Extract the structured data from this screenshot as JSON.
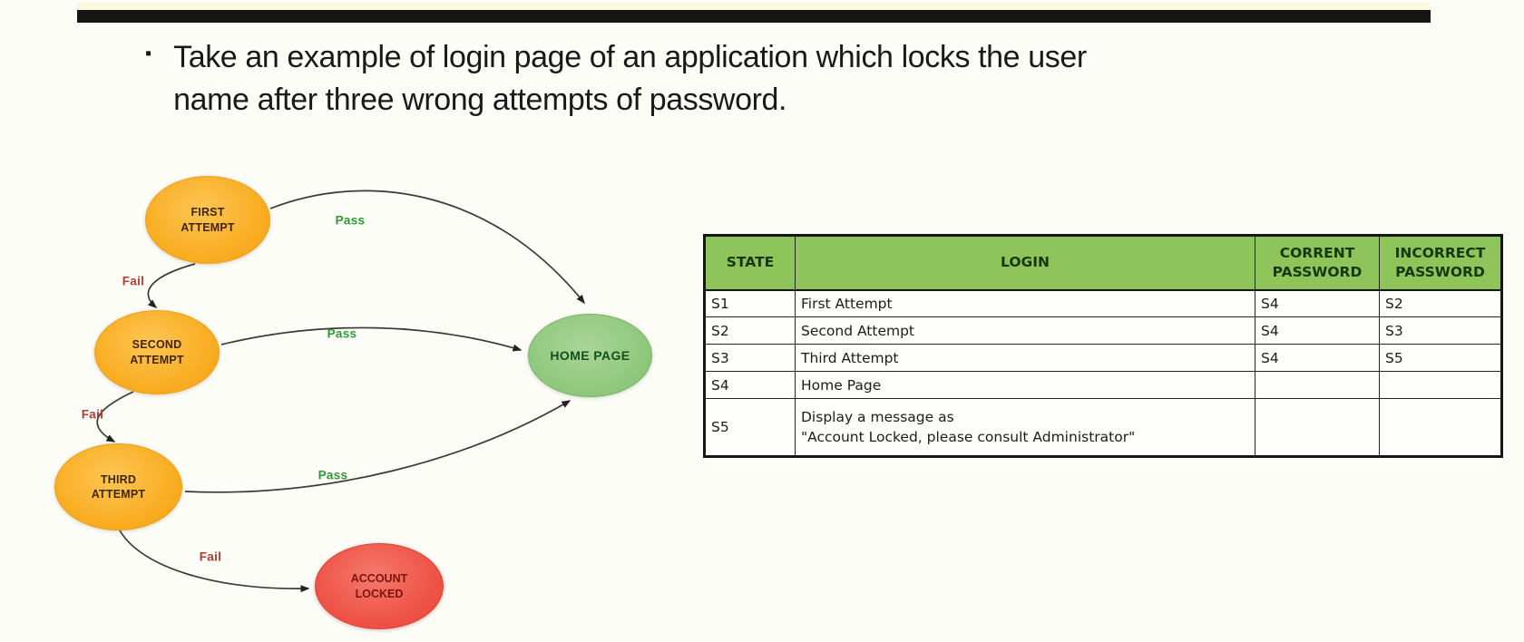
{
  "slide": {
    "bullet_glyph": "▪",
    "title": "Take an example of login page of an application which locks the user\nname after three wrong attempts of password."
  },
  "diagram": {
    "nodes": [
      {
        "id": "first-attempt",
        "label": "FIRST\nATTEMPT",
        "type": "attempt",
        "color": "#f9ad22"
      },
      {
        "id": "second-attempt",
        "label": "SECOND\nATTEMPT",
        "type": "attempt",
        "color": "#f9ad22"
      },
      {
        "id": "third-attempt",
        "label": "THIRD\nATTEMPT",
        "type": "attempt",
        "color": "#f9ad22"
      },
      {
        "id": "home-page",
        "label": "HOME PAGE",
        "type": "success",
        "color": "#8fc87c"
      },
      {
        "id": "account-locked",
        "label": "ACCOUNT\nLOCKED",
        "type": "danger",
        "color": "#ee5145"
      }
    ],
    "edges": [
      {
        "from": "first-attempt",
        "to": "home-page",
        "label": "Pass"
      },
      {
        "from": "first-attempt",
        "to": "second-attempt",
        "label": "Fail"
      },
      {
        "from": "second-attempt",
        "to": "home-page",
        "label": "Pass"
      },
      {
        "from": "second-attempt",
        "to": "third-attempt",
        "label": "Fail"
      },
      {
        "from": "third-attempt",
        "to": "home-page",
        "label": "Pass"
      },
      {
        "from": "third-attempt",
        "to": "account-locked",
        "label": "Fail"
      }
    ],
    "edge_labels": {
      "pass1": "Pass",
      "fail1": "Fail",
      "pass2": "Pass",
      "fail2": "Fail",
      "pass3": "Pass",
      "fail3": "Fail"
    }
  },
  "table": {
    "headers": {
      "state": "STATE",
      "login": "LOGIN",
      "correct": "CORRENT\nPASSWORD",
      "incorrect": "INCORRECT\nPASSWORD"
    },
    "rows": [
      {
        "state": "S1",
        "login": "First Attempt",
        "correct": "S4",
        "incorrect": "S2"
      },
      {
        "state": "S2",
        "login": "Second Attempt",
        "correct": "S4",
        "incorrect": "S3"
      },
      {
        "state": "S3",
        "login": "Third Attempt",
        "correct": "S4",
        "incorrect": "S5"
      },
      {
        "state": "S4",
        "login": "Home Page",
        "correct": "",
        "incorrect": ""
      },
      {
        "state": "S5",
        "login_line1": "Display a message as",
        "login_line2": "\"Account Locked, please consult Administrator\"",
        "correct": "",
        "incorrect": ""
      }
    ]
  },
  "colors": {
    "header_green": "#8ec45a",
    "header_text": "#17380d",
    "pass_label": "#2c9b34",
    "fail_label": "#b43a30",
    "attempt_node": "#f9ad22",
    "success_node": "#8fc87c",
    "danger_node": "#ee5145",
    "value_green": "#4fa465",
    "value_red": "#d06a59",
    "top_bar": "#171513"
  }
}
